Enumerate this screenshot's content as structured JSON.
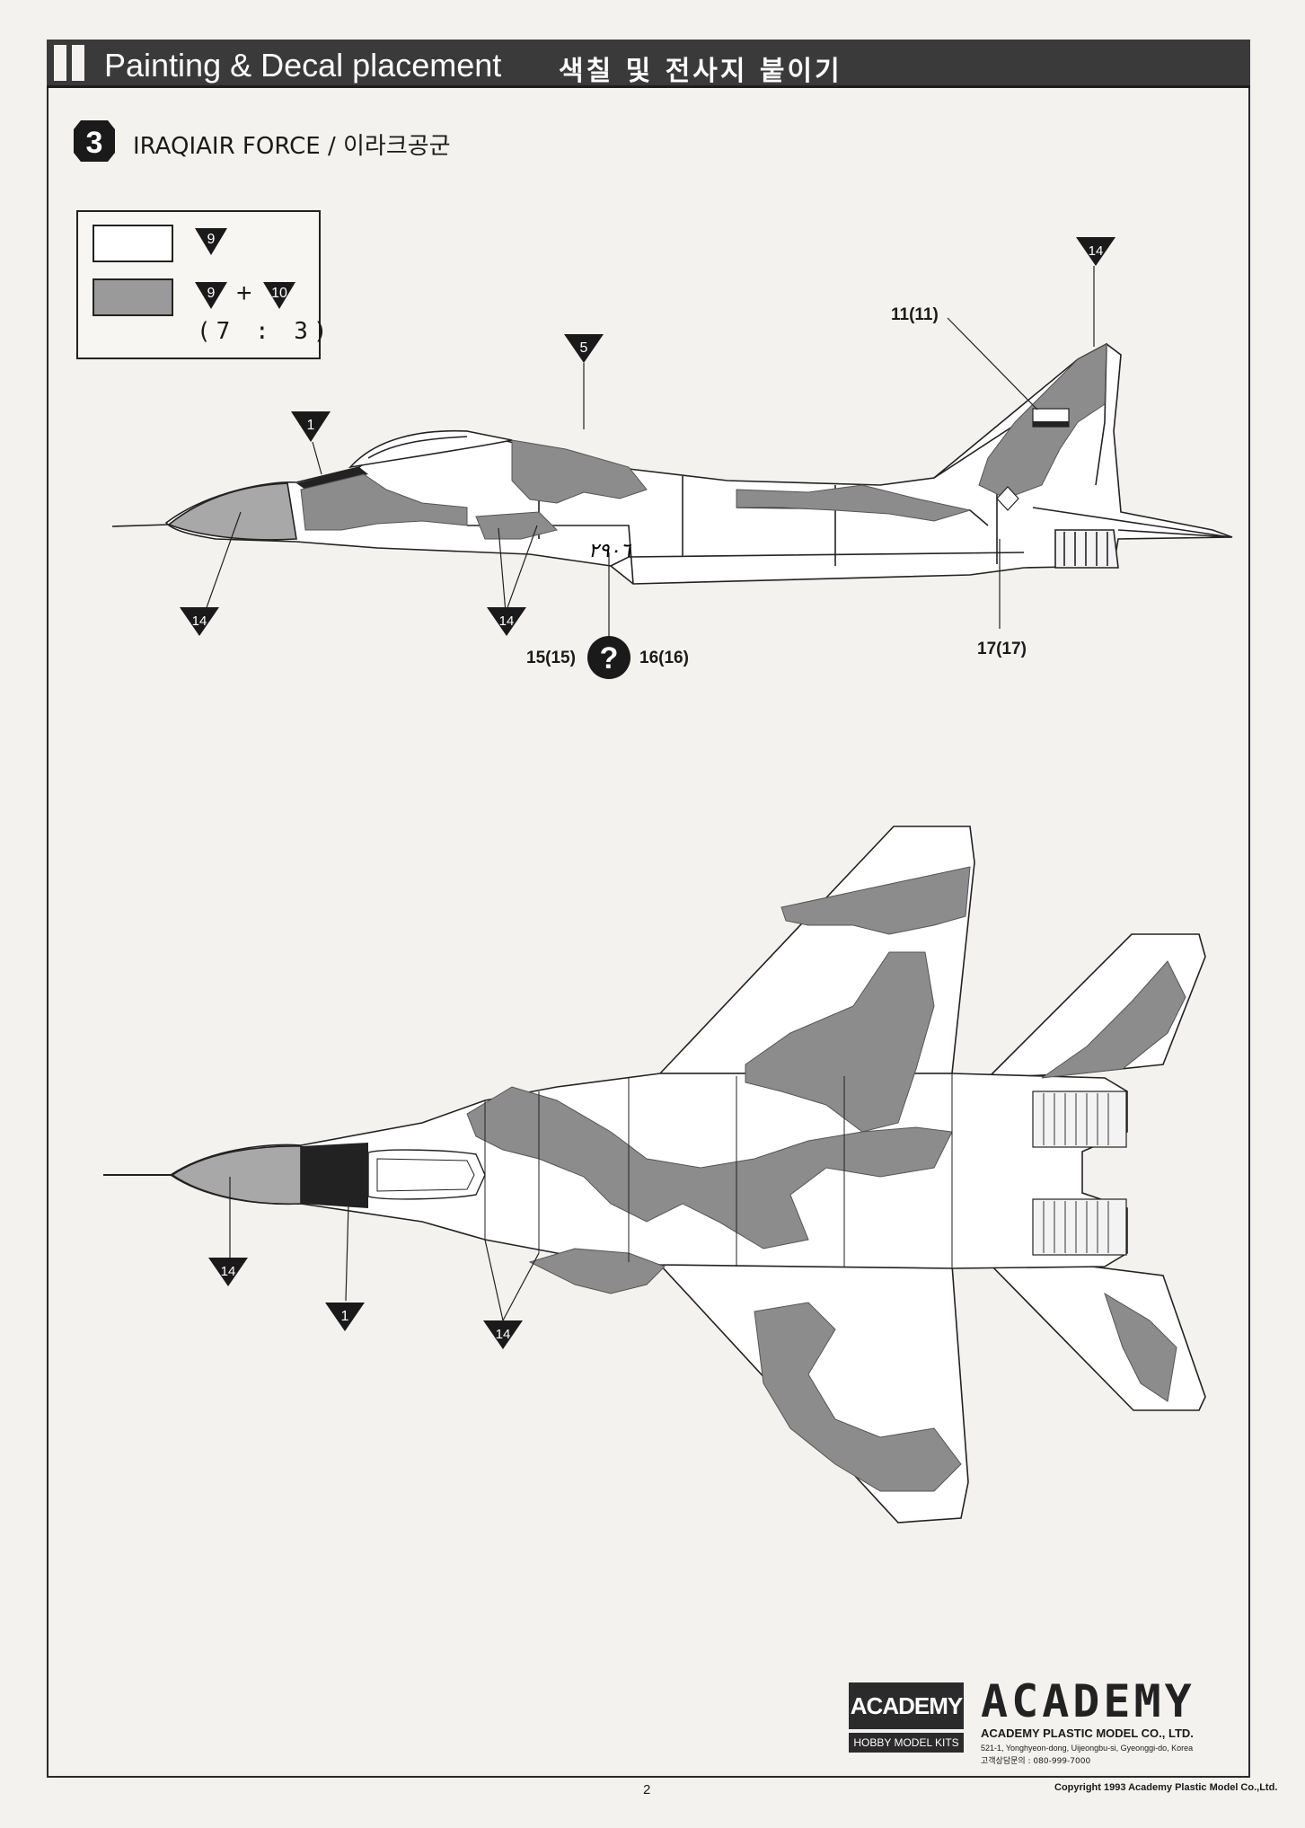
{
  "header": {
    "title": "Painting & Decal placement",
    "title_kr": "색칠 및 전사지 붙이기"
  },
  "section": {
    "number": "3",
    "title": "IRAQIAIR FORCE / 이라크공군"
  },
  "legend": {
    "white_color_no": "9",
    "grey_color_a": "9",
    "plus": "+",
    "grey_color_b": "10",
    "ratio": "(7 : 3)"
  },
  "side_view": {
    "callouts": {
      "c14_tail": "14",
      "c5": "5",
      "c1": "1",
      "c14_nose": "14",
      "c14_intake": "14",
      "decal_11": "11(11)",
      "decal_15": "15(15)",
      "decal_16": "16(16)",
      "decal_17": "17(17)",
      "question": "?"
    },
    "serial_text": "٢٩٠٦"
  },
  "top_view": {
    "callouts": {
      "c14_nose": "14",
      "c1": "1",
      "c14_wing": "14"
    }
  },
  "footer": {
    "logo_top": "ACADEMY",
    "logo_bottom": "HOBBY MODEL KITS",
    "brand": "ACADEMY",
    "company": "ACADEMY PLASTIC MODEL CO., LTD.",
    "address": "521-1, Yonghyeon-dong, Uijeongbu-si, Gyeonggi-do, Korea",
    "phone": "고객상담문의 : 080-999-7000",
    "page_number": "2",
    "copyright": "Copyright 1993 Academy Plastic Model Co.,Ltd."
  },
  "colors": {
    "camo_grey": "#8c8c8c",
    "nose_grey": "#a8a8a8",
    "ink": "#1a1a1a",
    "header_bg": "#3a3a3a"
  }
}
